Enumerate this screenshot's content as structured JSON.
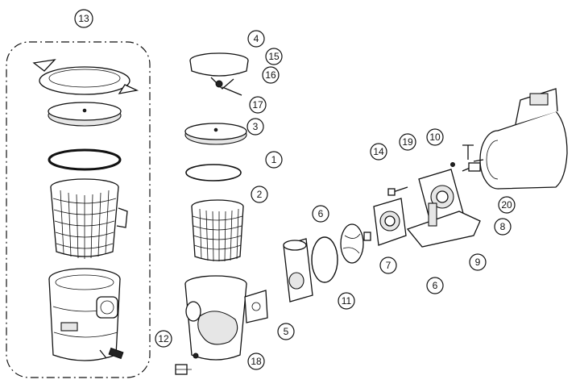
{
  "diagram": {
    "callouts": [
      {
        "id": "13",
        "label": "13"
      },
      {
        "id": "4",
        "label": "4"
      },
      {
        "id": "15",
        "label": "15"
      },
      {
        "id": "16",
        "label": "16"
      },
      {
        "id": "17",
        "label": "17"
      },
      {
        "id": "3",
        "label": "3"
      },
      {
        "id": "1",
        "label": "1"
      },
      {
        "id": "2",
        "label": "2"
      },
      {
        "id": "14",
        "label": "14"
      },
      {
        "id": "19",
        "label": "19"
      },
      {
        "id": "10",
        "label": "10"
      },
      {
        "id": "6a",
        "label": "6"
      },
      {
        "id": "20",
        "label": "20"
      },
      {
        "id": "8",
        "label": "8"
      },
      {
        "id": "7",
        "label": "7"
      },
      {
        "id": "9",
        "label": "9"
      },
      {
        "id": "11",
        "label": "11"
      },
      {
        "id": "6b",
        "label": "6"
      },
      {
        "id": "5",
        "label": "5"
      },
      {
        "id": "12",
        "label": "12"
      },
      {
        "id": "18",
        "label": "18"
      }
    ]
  }
}
